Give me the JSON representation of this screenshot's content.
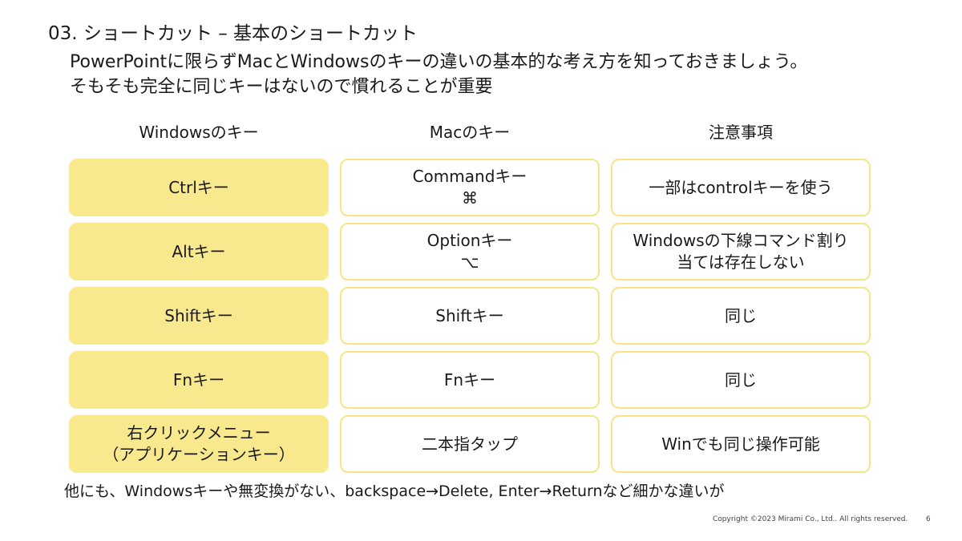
{
  "title": "03. ショートカット – 基本のショートカット",
  "subtitle": {
    "line1": "PowerPointに限らずMacとWindowsのキーの違いの基本的な考え方を知っておきましょう。",
    "line2": "そもそも完全に同じキーはないので慣れることが重要"
  },
  "headers": {
    "windows": "Windowsのキー",
    "mac": "Macのキー",
    "notes": "注意事項"
  },
  "rows": [
    {
      "win": [
        "Ctrlキー"
      ],
      "mac": [
        "Commandキー",
        "⌘"
      ],
      "note": [
        "一部はcontrolキーを使う"
      ]
    },
    {
      "win": [
        "Altキー"
      ],
      "mac": [
        "Optionキー",
        "⌥"
      ],
      "note": [
        "Windowsの下線コマンド割り",
        "当ては存在しない"
      ]
    },
    {
      "win": [
        "Shiftキー"
      ],
      "mac": [
        "Shiftキー"
      ],
      "note": [
        "同じ"
      ]
    },
    {
      "win": [
        "Fnキー"
      ],
      "mac": [
        "Fnキー"
      ],
      "note": [
        "同じ"
      ]
    },
    {
      "win": [
        "右クリックメニュー",
        "（アプリケーションキー）"
      ],
      "mac": [
        "二本指タップ"
      ],
      "note": [
        "Winでも同じ操作可能"
      ]
    }
  ],
  "footer": "他にも、Windowsキーや無変換がない、backspace→Delete, Enter→Returnなど細かな違いが",
  "copyright": "Copyright ©2023 Mirami Co., Ltd.. All rights reserved.",
  "page_number": "6",
  "colors": {
    "windows_cell_fill": "#f9e98e",
    "cell_border": "#f5e48a"
  }
}
